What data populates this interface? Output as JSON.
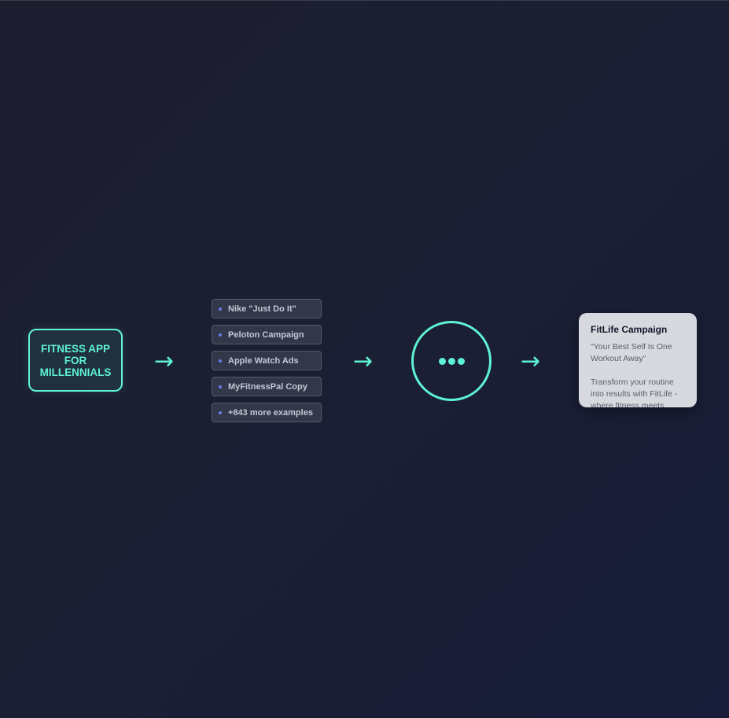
{
  "input": {
    "label": "FITNESS APP FOR MILLENNIALS"
  },
  "arrows": {
    "symbol": "→"
  },
  "examples": [
    "Nike \"Just Do It\"",
    "Peloton Campaign",
    "Apple Watch Ads",
    "MyFitnessPal Copy",
    "+843 more examples"
  ],
  "processor": {
    "icon": "ellipsis-icon"
  },
  "output": {
    "title": "FitLife Campaign",
    "text": "\"Your Best Self Is One Workout Away\"\n\nTransform your routine into results with FitLife - where fitness meets"
  },
  "colors": {
    "accent": "#5ef2d6",
    "bullet": "#6a7ee6",
    "card_bg": "#d8d9df",
    "background": "#1b1f33"
  }
}
